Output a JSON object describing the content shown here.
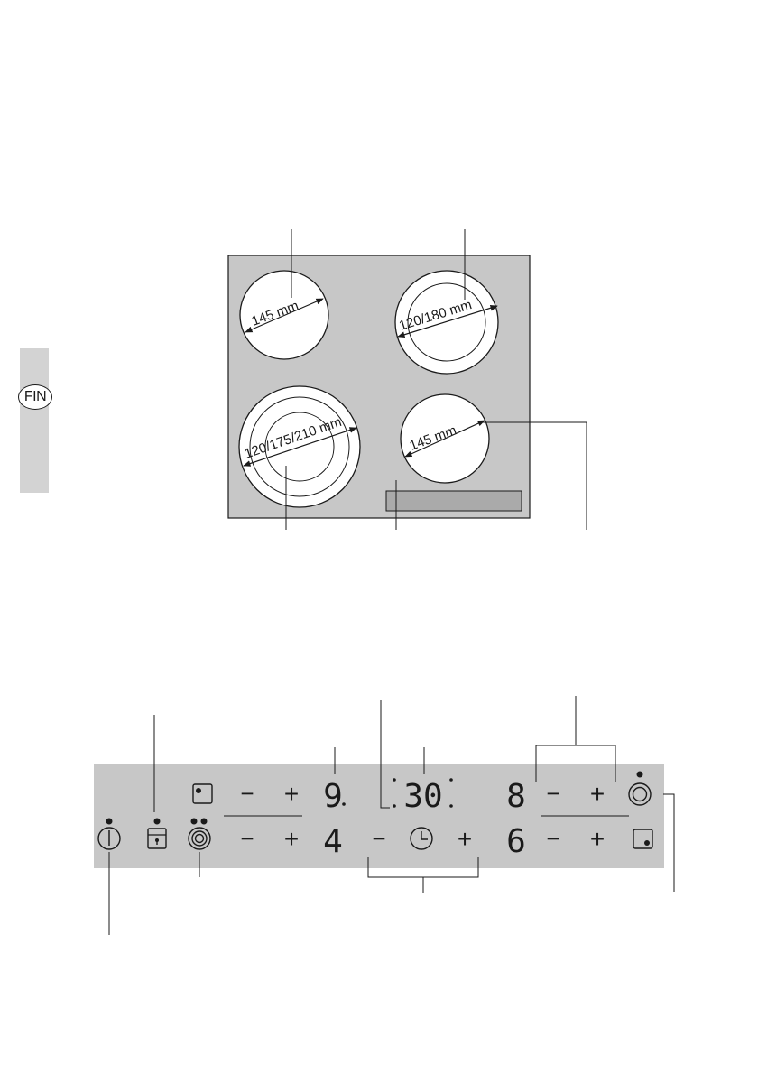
{
  "language_tab": {
    "label": "FIN",
    "color": "#d3d3d3"
  },
  "hob": {
    "panel_color": "#c7c7c7",
    "zones": [
      {
        "id": "rear-left",
        "diameter_label": "145 mm"
      },
      {
        "id": "rear-right",
        "diameter_label": "120/180 mm"
      },
      {
        "id": "front-left",
        "diameter_label": "120/175/210 mm"
      },
      {
        "id": "front-right",
        "diameter_label": "145 mm"
      }
    ]
  },
  "control_panel": {
    "panel_color": "#c7c7c7",
    "top_row": {
      "minus": "−",
      "plus": "+",
      "left_display": "9",
      "timer_display": "30",
      "right_display": "8"
    },
    "bottom_row": {
      "minus": "−",
      "plus": "+",
      "left_display": "4",
      "right_display": "6"
    }
  }
}
